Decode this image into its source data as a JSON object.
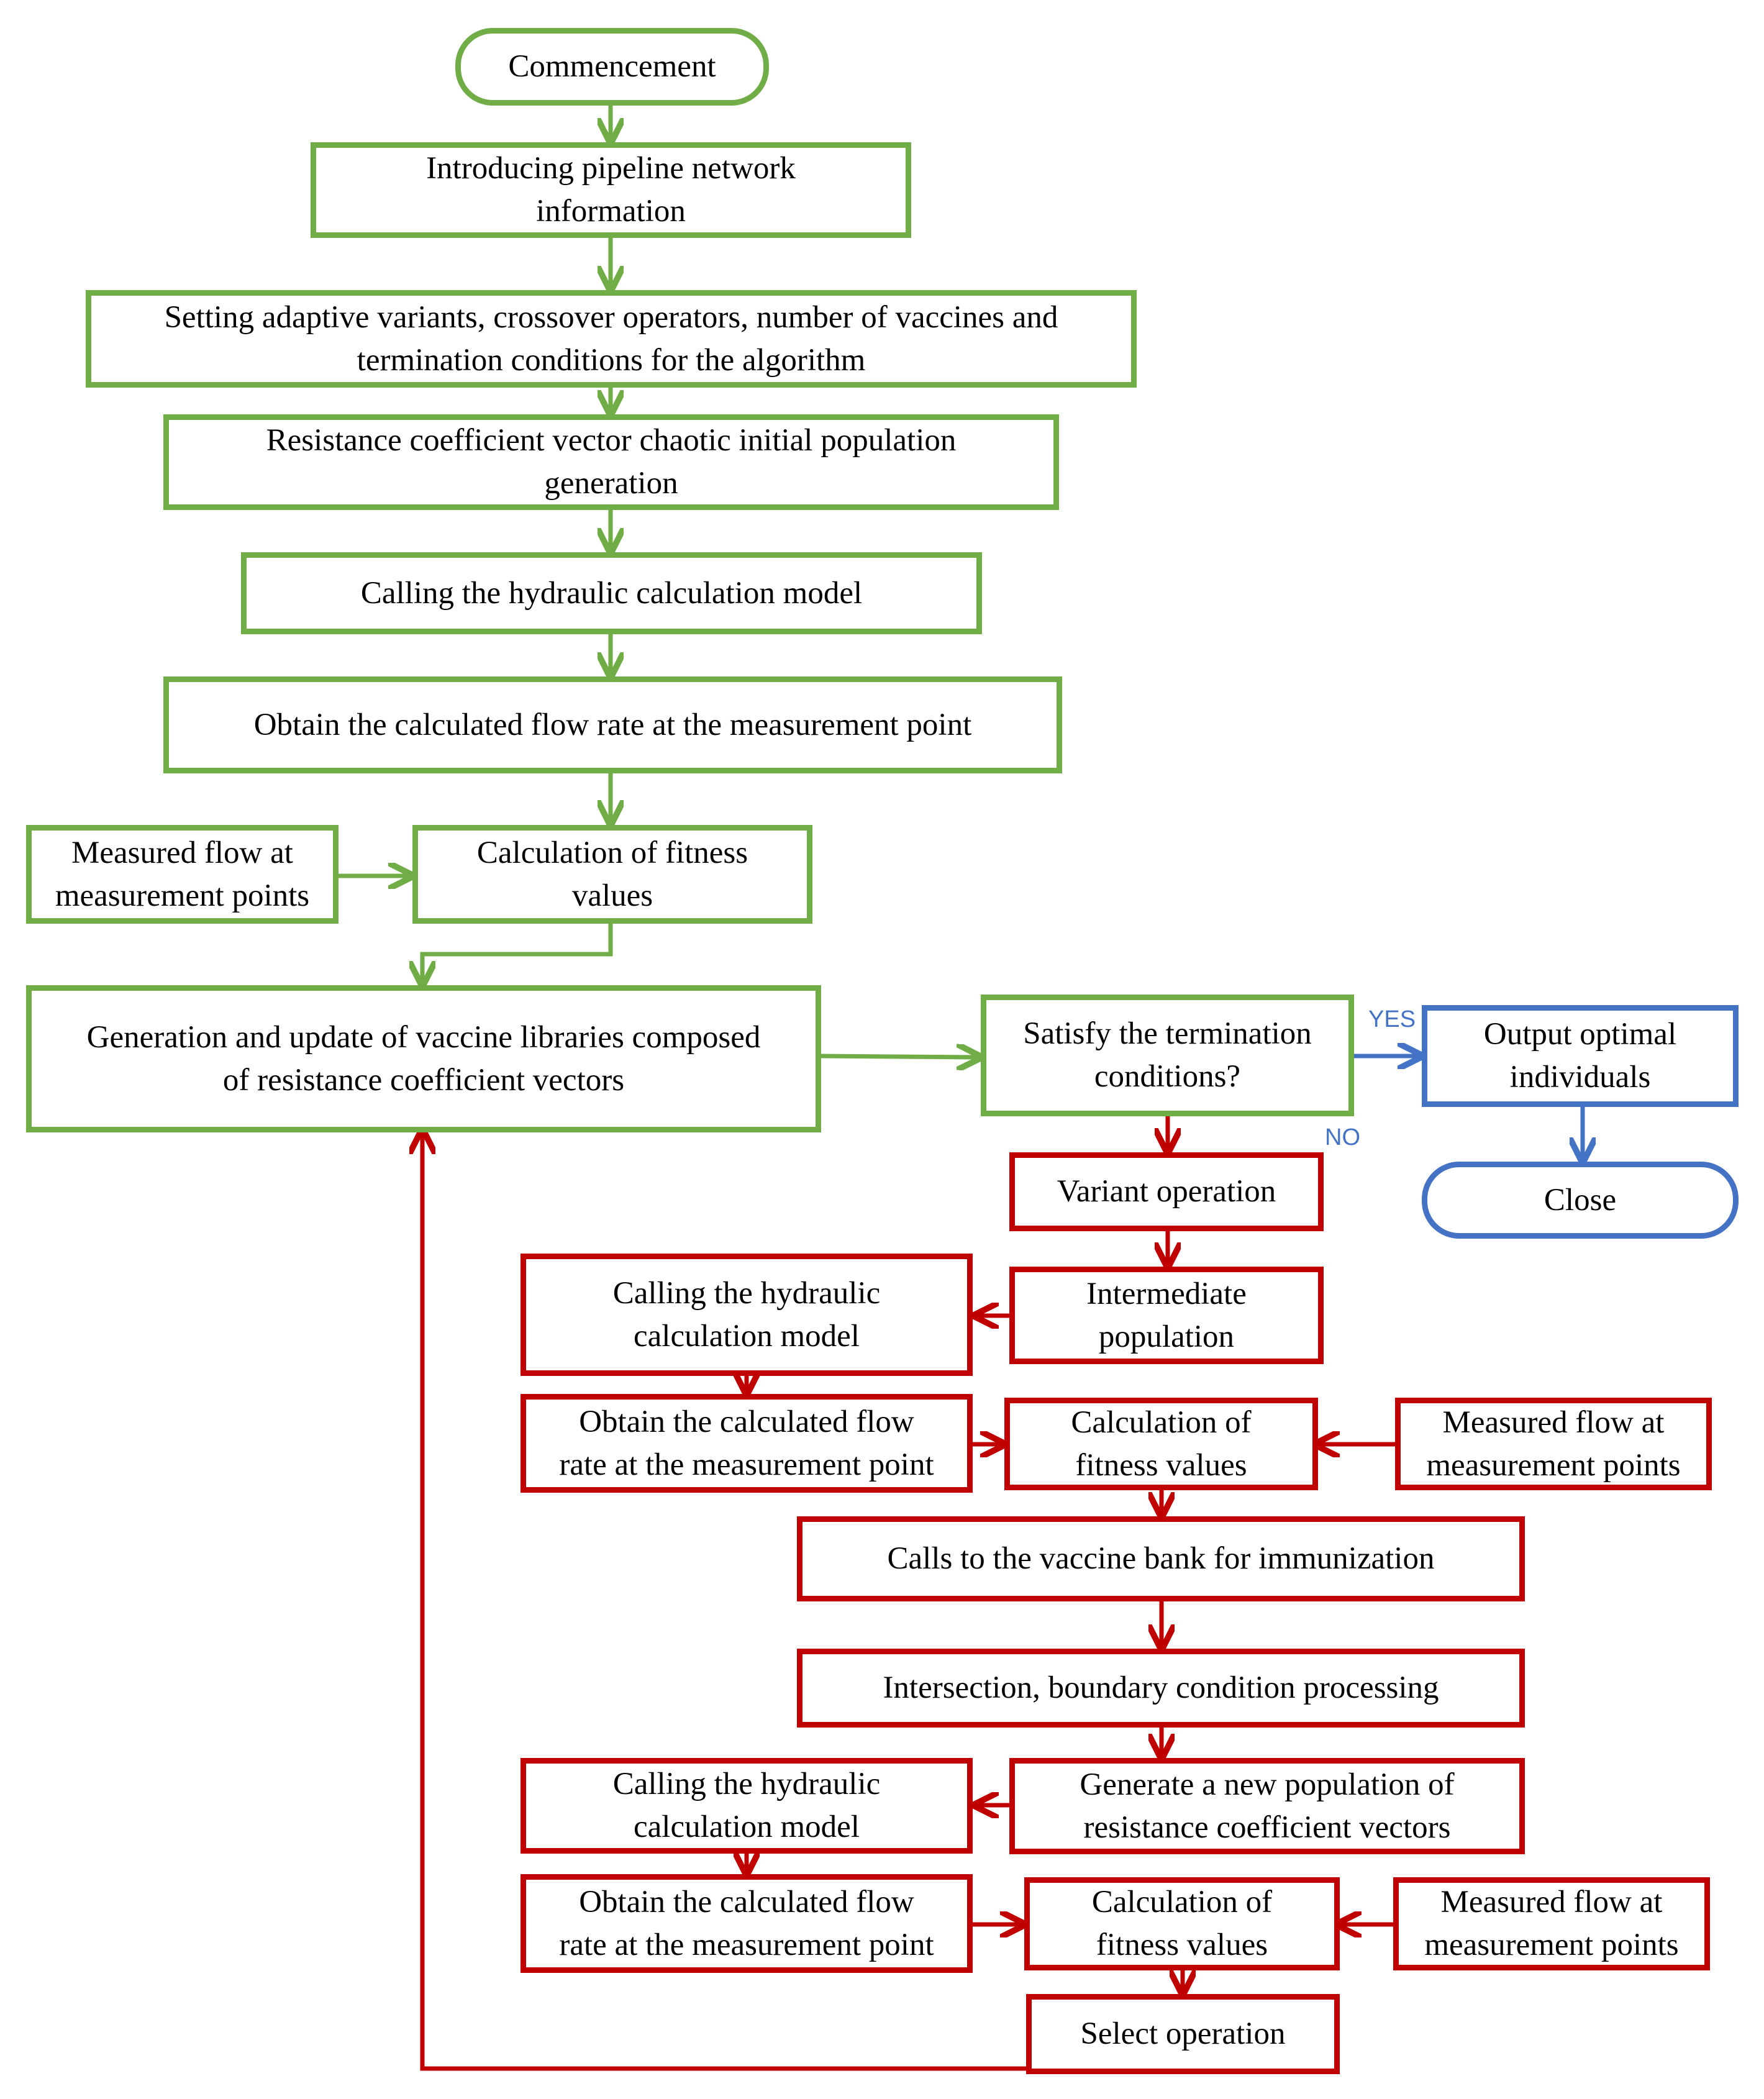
{
  "colors": {
    "green": "#70ad47",
    "red": "#c00000",
    "blue": "#4472c4"
  },
  "nodes": {
    "commencement": "Commencement",
    "introducing": [
      "Introducing pipeline network",
      "information"
    ],
    "setting": [
      "Setting adaptive variants, crossover operators, number of vaccines and",
      "termination conditions for the algorithm"
    ],
    "resistance_init": [
      "Resistance coefficient vector chaotic initial population",
      "generation"
    ],
    "calling_model_1": "Calling the hydraulic calculation model",
    "obtain_flow_1": "Obtain the calculated flow rate at the measurement point",
    "measured_flow_1": [
      "Measured flow at",
      "measurement points"
    ],
    "fitness_1": [
      "Calculation of fitness",
      "values"
    ],
    "vaccine_library": [
      "Generation and update of vaccine libraries composed",
      "of resistance coefficient vectors"
    ],
    "termination_check": [
      "Satisfy the termination",
      "conditions?"
    ],
    "output_optimal": [
      "Output optimal",
      "individuals"
    ],
    "close": "Close",
    "variant_op": "Variant operation",
    "intermediate_pop": [
      "Intermediate",
      "population"
    ],
    "calling_model_2": [
      "Calling the hydraulic",
      "calculation model"
    ],
    "obtain_flow_2": [
      "Obtain the calculated flow",
      "rate at the measurement point"
    ],
    "fitness_2": [
      "Calculation of",
      "fitness values"
    ],
    "measured_flow_2": [
      "Measured flow at",
      "measurement points"
    ],
    "vaccine_bank": "Calls to the vaccine bank for immunization",
    "intersection": "Intersection, boundary condition processing",
    "new_population": [
      "Generate a new population of",
      "resistance coefficient vectors"
    ],
    "calling_model_3": [
      "Calling the hydraulic",
      "calculation model"
    ],
    "obtain_flow_3": [
      "Obtain the calculated flow",
      "rate at the measurement point"
    ],
    "fitness_3": [
      "Calculation of",
      "fitness values"
    ],
    "measured_flow_3": [
      "Measured flow at",
      "measurement points"
    ],
    "select_op": "Select operation"
  },
  "labels": {
    "yes": "YES",
    "no": "NO"
  }
}
